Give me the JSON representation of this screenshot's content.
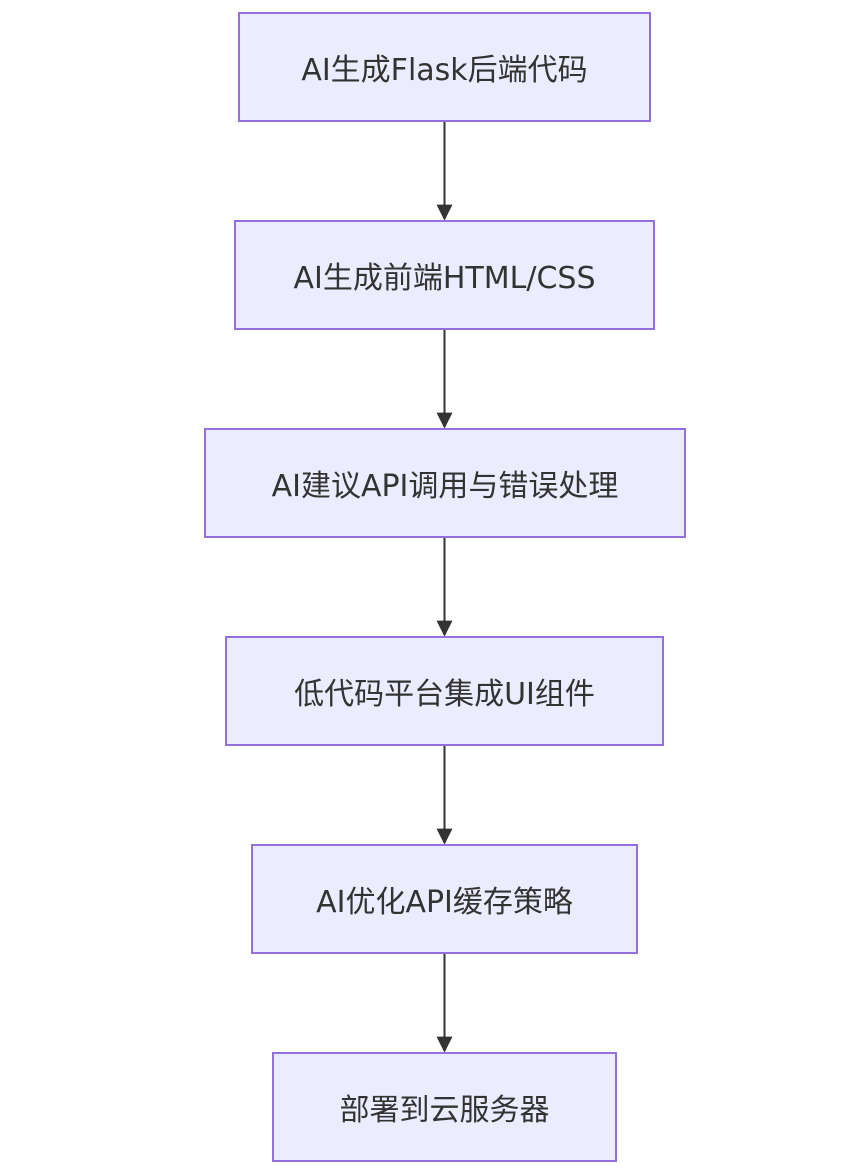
{
  "flow": {
    "nodes": [
      {
        "label": "AI生成Flask后端代码"
      },
      {
        "label": "AI生成前端HTML/CSS"
      },
      {
        "label": "AI建议API调用与错误处理"
      },
      {
        "label": "低代码平台集成UI组件"
      },
      {
        "label": "AI优化API缓存策略"
      },
      {
        "label": "部署到云服务器"
      }
    ],
    "edges": [
      {
        "from": 0,
        "to": 1
      },
      {
        "from": 1,
        "to": 2
      },
      {
        "from": 2,
        "to": 3
      },
      {
        "from": 3,
        "to": 4
      },
      {
        "from": 4,
        "to": 5
      }
    ],
    "colors": {
      "node_fill": "#ececff",
      "node_border": "#9370db",
      "text": "#333333",
      "arrow": "#333333"
    }
  }
}
